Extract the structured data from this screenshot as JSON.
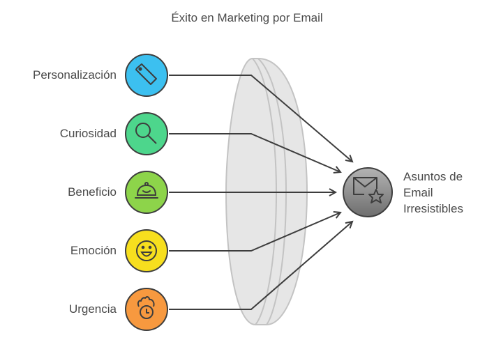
{
  "title": "Éxito en Marketing por Email",
  "factors": [
    {
      "label": "Personalización",
      "icon": "tag-icon",
      "color": "#3cc0f0"
    },
    {
      "label": "Curiosidad",
      "icon": "magnifier-icon",
      "color": "#4dd68c"
    },
    {
      "label": "Beneficio",
      "icon": "cloche-icon",
      "color": "#8dd44a"
    },
    {
      "label": "Emoción",
      "icon": "smiley-icon",
      "color": "#f7df1e"
    },
    {
      "label": "Urgencia",
      "icon": "fire-clock-icon",
      "color": "#f7993f"
    }
  ],
  "hub": {
    "line1": "Asuntos de",
    "line2": "Email",
    "line3": "Irresistibles",
    "icon": "envelope-star-icon",
    "color": "#8a8a8a"
  }
}
